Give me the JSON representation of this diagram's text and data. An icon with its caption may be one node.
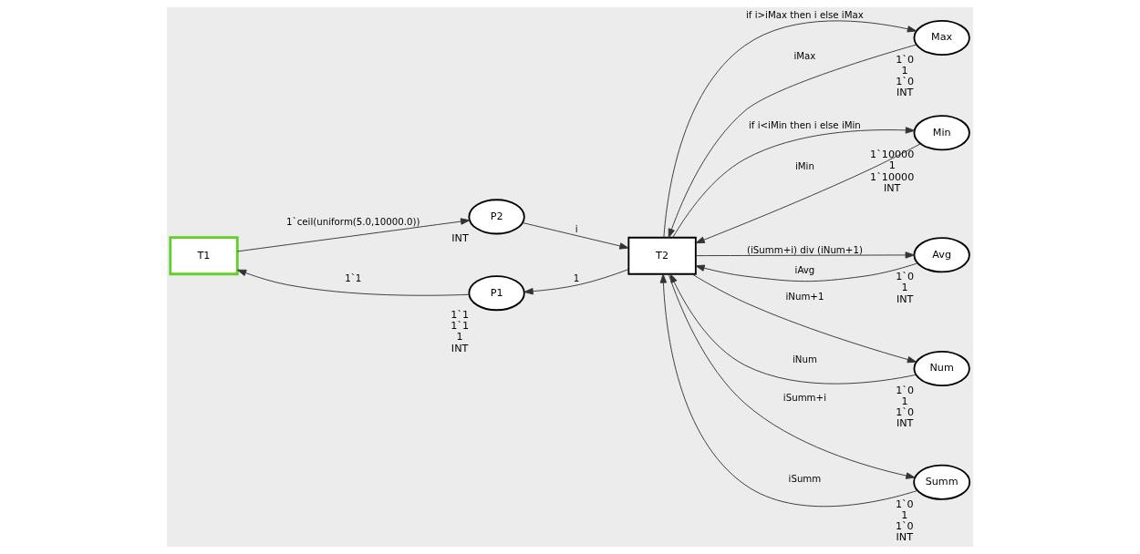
{
  "diagram": {
    "nodes": [
      {
        "text": [
          "T1"
        ]
      },
      {
        "text": [
          "P2"
        ],
        "beside": [
          "INT"
        ]
      },
      {
        "text": [
          "T2"
        ]
      },
      {
        "text": [
          "P1"
        ],
        "beside": [
          "1`1",
          "1`1",
          "1",
          "INT"
        ]
      },
      {
        "text": [
          "Max"
        ],
        "beside": [
          "1`0",
          "1",
          "1`0",
          "INT"
        ]
      },
      {
        "text": [
          "Min"
        ],
        "beside": [
          "1`10000",
          "1",
          "1`10000",
          "INT"
        ]
      },
      {
        "text": [
          "Avg"
        ],
        "beside": [
          "1`0",
          "1",
          "INT"
        ]
      },
      {
        "text": [
          "Num"
        ],
        "beside": [
          "1`0",
          "1",
          "1`0",
          "INT"
        ]
      },
      {
        "text": [
          "Summ"
        ],
        "beside": [
          "1`0",
          "1",
          "1`0",
          "INT"
        ]
      }
    ],
    "edges": [
      {
        "from": 0,
        "to": 1,
        "arrow": "to",
        "label": "1`ceil(uniform(5.0,10000.0))"
      },
      {
        "from": 1,
        "to": 2,
        "arrow": "to",
        "label": "i"
      },
      {
        "from": 2,
        "to": 3,
        "arrow": "to",
        "label": "1"
      },
      {
        "from": 3,
        "to": 0,
        "arrow": "to",
        "label": "1`1"
      },
      {
        "from": 2,
        "to": 4,
        "arrow": "to",
        "label": "if i>iMax then i else iMax"
      },
      {
        "from": 4,
        "to": 2,
        "arrow": "to",
        "label": "iMax"
      },
      {
        "from": 2,
        "to": 5,
        "arrow": "to",
        "label": "if i<iMin then i else iMin"
      },
      {
        "from": 5,
        "to": 2,
        "arrow": "to",
        "label": "iMin"
      },
      {
        "from": 2,
        "to": 6,
        "arrow": "to",
        "label": "(iSumm+i) div (iNum+1)"
      },
      {
        "from": 6,
        "to": 2,
        "arrow": "to",
        "label": "iAvg"
      },
      {
        "from": 2,
        "to": 7,
        "arrow": "to",
        "label": "iNum+1"
      },
      {
        "from": 7,
        "to": 2,
        "arrow": "to",
        "label": "iNum"
      },
      {
        "from": 2,
        "to": 8,
        "arrow": "to",
        "label": "iSumm+i"
      },
      {
        "from": 8,
        "to": 2,
        "arrow": "to",
        "label": "iSumm"
      }
    ]
  }
}
